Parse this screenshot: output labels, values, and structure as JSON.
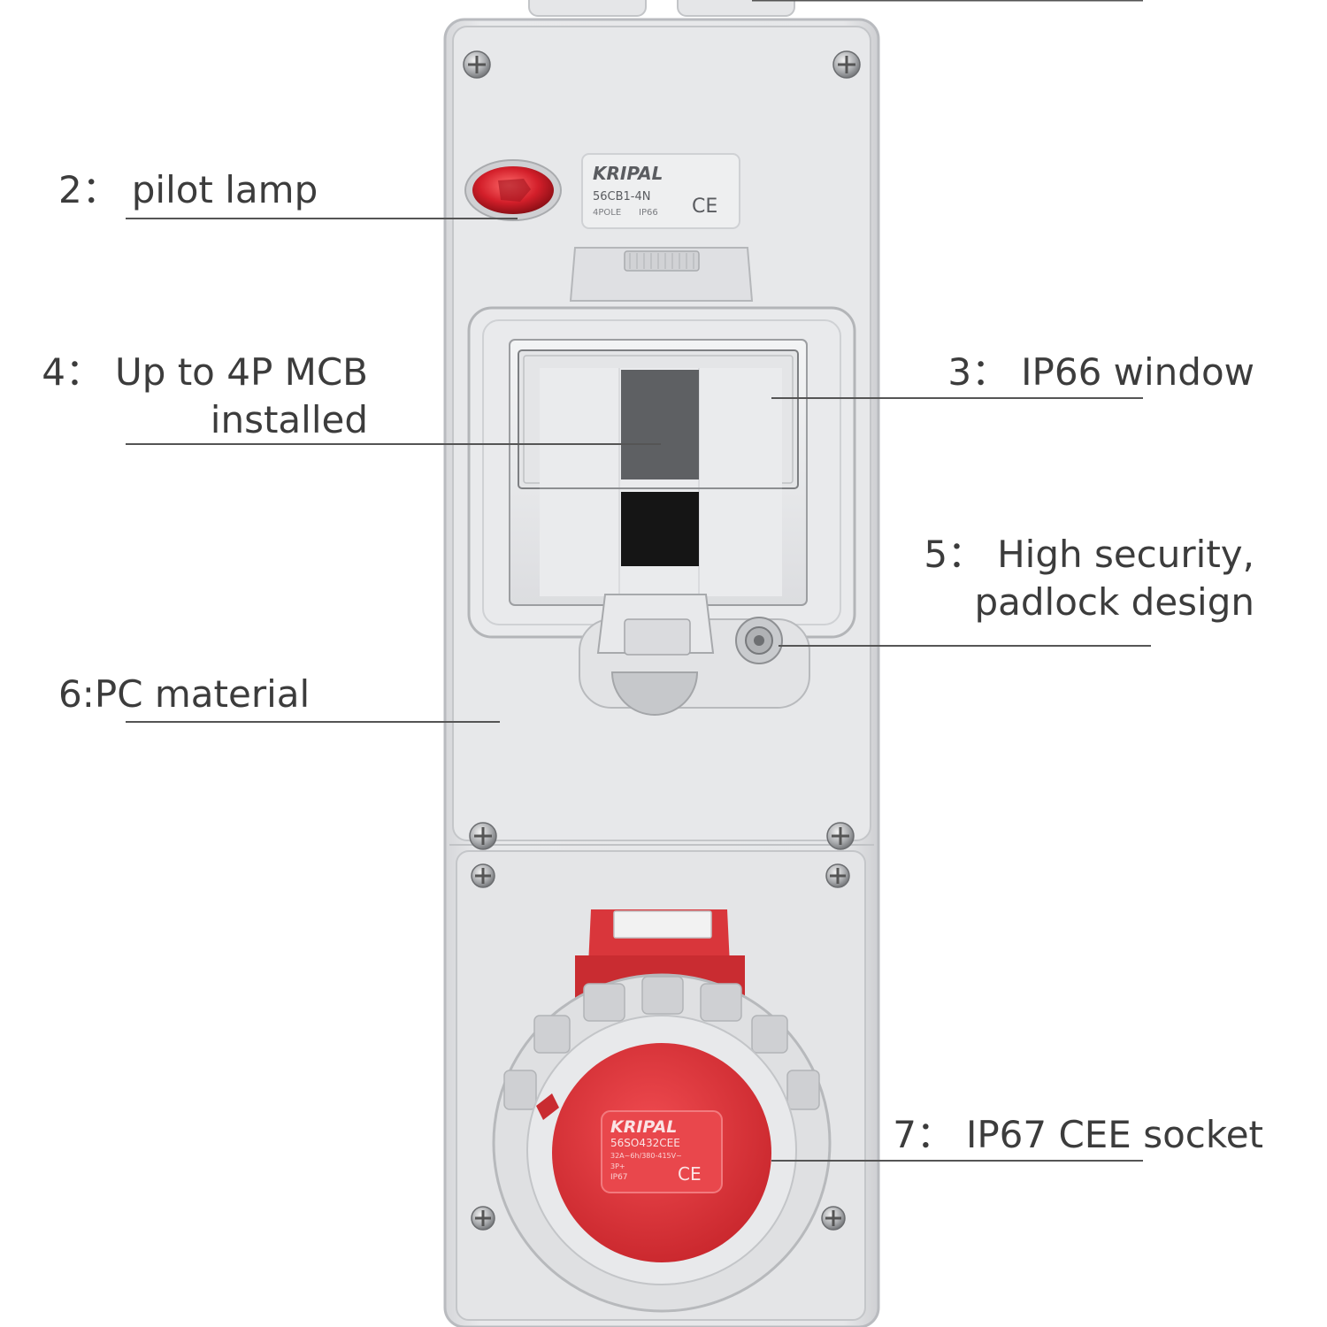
{
  "colors": {
    "housing": "#e3e4e6",
    "housing_edge": "#b9bbbf",
    "socket_red": "#e13a3f",
    "text": "#3c3c3c",
    "leader": "#555555"
  },
  "device": {
    "nameplate": {
      "brand": "KRIPAL",
      "model": "56CB1-4N",
      "poles": "4POLE",
      "rating": "IP66",
      "mark": "CE"
    },
    "socket_plate": {
      "brand": "KRIPAL",
      "model": "56SO432CEE",
      "spec": "32A~6h/380-415V~",
      "poles": "3P+",
      "rating": "IP67",
      "mark": "CE"
    }
  },
  "callouts": [
    {
      "id": "pilot-lamp",
      "num": "2：",
      "lines": [
        "pilot lamp"
      ]
    },
    {
      "id": "mcb",
      "num": "4：",
      "lines": [
        "Up to 4P MCB",
        "installed"
      ]
    },
    {
      "id": "window",
      "num": "3：",
      "lines": [
        "IP66 window"
      ]
    },
    {
      "id": "padlock",
      "num": "5：",
      "lines": [
        "High security,",
        "padlock design"
      ]
    },
    {
      "id": "material",
      "num": "6:",
      "lines": [
        "PC material"
      ]
    },
    {
      "id": "socket",
      "num": "7：",
      "lines": [
        "IP67 CEE socket"
      ]
    }
  ]
}
